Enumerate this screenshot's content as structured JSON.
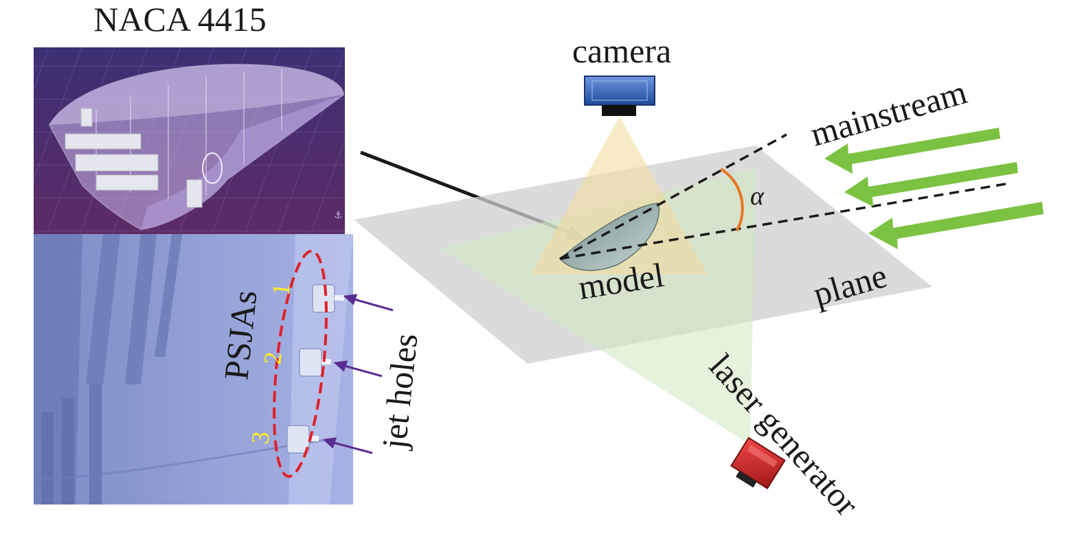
{
  "labels": {
    "airfoil_title": "NACA 4415",
    "camera": "camera",
    "mainstream": "mainstream",
    "alpha": "α",
    "model": "model",
    "plane": "plane",
    "laser_generator": "laser generator",
    "psjas": "PSJAs",
    "jet_holes": "jet holes",
    "actuator_numbers": [
      "1",
      "2",
      "3"
    ]
  },
  "colors": {
    "mainstream_arrow": "#7cc242",
    "angle_arc": "#e87722",
    "psja_outline": "#e0202a",
    "jet_hole_arrow": "#5a2d91",
    "actuator_number": "#ffee22",
    "camera_body": "#2d5fb0",
    "laser_body": "#d42a2a",
    "airfoil_background": "#4a2a6e",
    "closeup_background": "#8f9ed6"
  },
  "icons": {
    "camera": "camera-icon",
    "laser": "laser-generator-icon"
  }
}
